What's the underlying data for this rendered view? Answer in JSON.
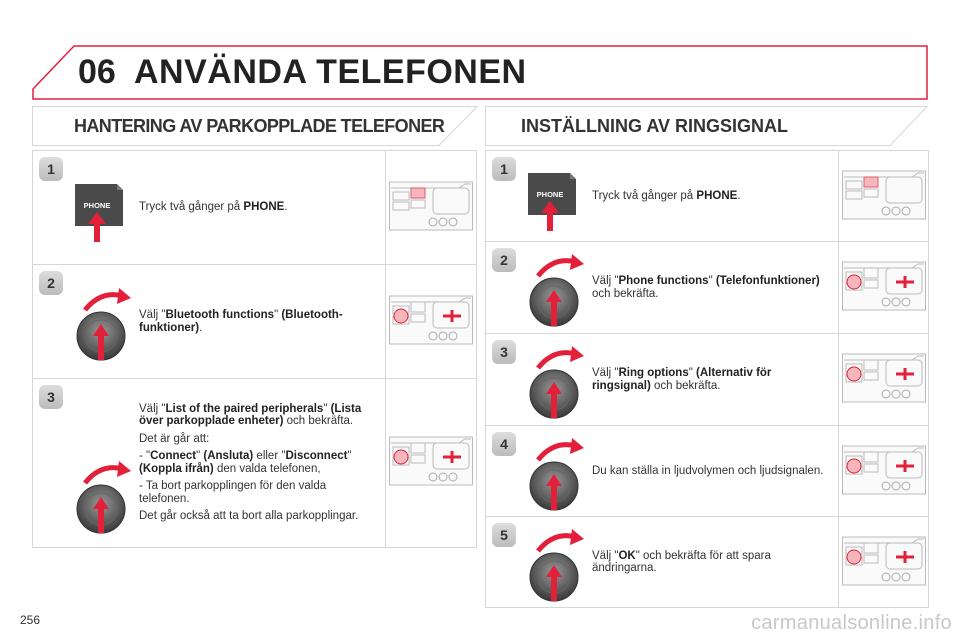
{
  "header": {
    "number": "06",
    "title": "ANVÄNDA TELEFONEN"
  },
  "left": {
    "title": "HANTERING AV PARKOPPLADE TELEFONER",
    "steps": [
      {
        "n": "1",
        "icon": "phone-button",
        "thumb": "phone",
        "text": [
          [
            {
              "t": "Tryck två gånger på "
            },
            {
              "t": "PHONE",
              "b": true
            },
            {
              "t": "."
            }
          ]
        ]
      },
      {
        "n": "2",
        "icon": "knob",
        "thumb": "knob",
        "text": [
          [
            {
              "t": "Välj \""
            },
            {
              "t": "Bluetooth functions",
              "b": true
            },
            {
              "t": "\" "
            },
            {
              "t": "(Bluetooth-funktioner)",
              "b": true
            },
            {
              "t": "."
            }
          ]
        ]
      },
      {
        "n": "3",
        "icon": "knob",
        "thumb": "knob",
        "text": [
          [
            {
              "t": "Välj \""
            },
            {
              "t": "List of the paired peripherals",
              "b": true
            },
            {
              "t": "\" "
            },
            {
              "t": "(Lista över parkopplade enheter)",
              "b": true
            },
            {
              "t": " och bekräfta."
            }
          ],
          [
            {
              "t": "Det är går att:"
            }
          ],
          [
            {
              "t": "-  \""
            },
            {
              "t": "Connect",
              "b": true
            },
            {
              "t": "\" "
            },
            {
              "t": "(Ansluta)",
              "b": true
            },
            {
              "t": " eller \""
            },
            {
              "t": "Disconnect",
              "b": true
            },
            {
              "t": "\" "
            },
            {
              "t": "(Koppla ifrån)",
              "b": true
            },
            {
              "t": " den valda telefonen,"
            }
          ],
          [
            {
              "t": "-  Ta bort parkopplingen för den valda telefonen."
            }
          ],
          [
            {
              "t": "Det går också att ta bort alla parkopplingar."
            }
          ]
        ]
      }
    ]
  },
  "right": {
    "title": "INSTÄLLNING AV RINGSIGNAL",
    "steps": [
      {
        "n": "1",
        "icon": "phone-button",
        "thumb": "phone",
        "text": [
          [
            {
              "t": "Tryck två gånger på "
            },
            {
              "t": "PHONE",
              "b": true
            },
            {
              "t": "."
            }
          ]
        ]
      },
      {
        "n": "2",
        "icon": "knob",
        "thumb": "knob",
        "text": [
          [
            {
              "t": "Välj \""
            },
            {
              "t": "Phone functions",
              "b": true
            },
            {
              "t": "\" "
            },
            {
              "t": "(Telefonfunktioner)",
              "b": true
            },
            {
              "t": " och bekräfta."
            }
          ]
        ]
      },
      {
        "n": "3",
        "icon": "knob",
        "thumb": "knob",
        "text": [
          [
            {
              "t": "Välj \""
            },
            {
              "t": "Ring options",
              "b": true
            },
            {
              "t": "\" "
            },
            {
              "t": "(Alternativ för ringsignal)",
              "b": true
            },
            {
              "t": " och bekräfta."
            }
          ]
        ]
      },
      {
        "n": "4",
        "icon": "knob",
        "thumb": "knob",
        "text": [
          [
            {
              "t": "Du kan ställa in ljudvolymen och ljudsignalen."
            }
          ]
        ]
      },
      {
        "n": "5",
        "icon": "knob",
        "thumb": "knob",
        "text": [
          [
            {
              "t": "Välj \""
            },
            {
              "t": "OK",
              "b": true
            },
            {
              "t": "\" och bekräfta för att spara ändringarna."
            }
          ]
        ]
      }
    ]
  },
  "phone_label": "PHONE",
  "page_number": "256",
  "watermark": "carmanualsonline.info",
  "colors": {
    "accent": "#e2203a",
    "border": "#d6d6d6"
  }
}
